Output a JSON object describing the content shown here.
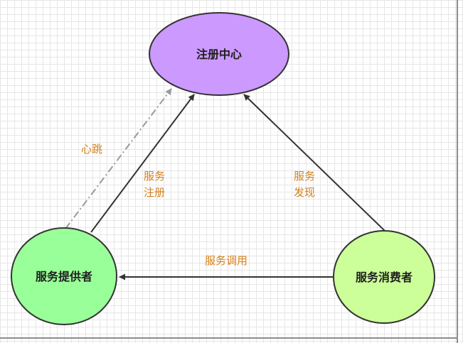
{
  "colors": {
    "registry_fill": "#cc99ff",
    "provider_fill": "#99ff99",
    "consumer_fill": "#ccff99",
    "node_stroke": "#333333",
    "edge": "#333333",
    "heartbeat_edge": "#999999",
    "edge_label": "#d4811e"
  },
  "nodes": {
    "registry": {
      "label": "注册中心"
    },
    "provider": {
      "label": "服务提供者"
    },
    "consumer": {
      "label": "服务消费者"
    }
  },
  "edges": {
    "heartbeat": {
      "label": "心跳",
      "style": "dash-dot"
    },
    "register": {
      "label_line1": "服务",
      "label_line2": "注册"
    },
    "discover": {
      "label_line1": "服务",
      "label_line2": "发现"
    },
    "invoke": {
      "label": "服务调用"
    }
  }
}
